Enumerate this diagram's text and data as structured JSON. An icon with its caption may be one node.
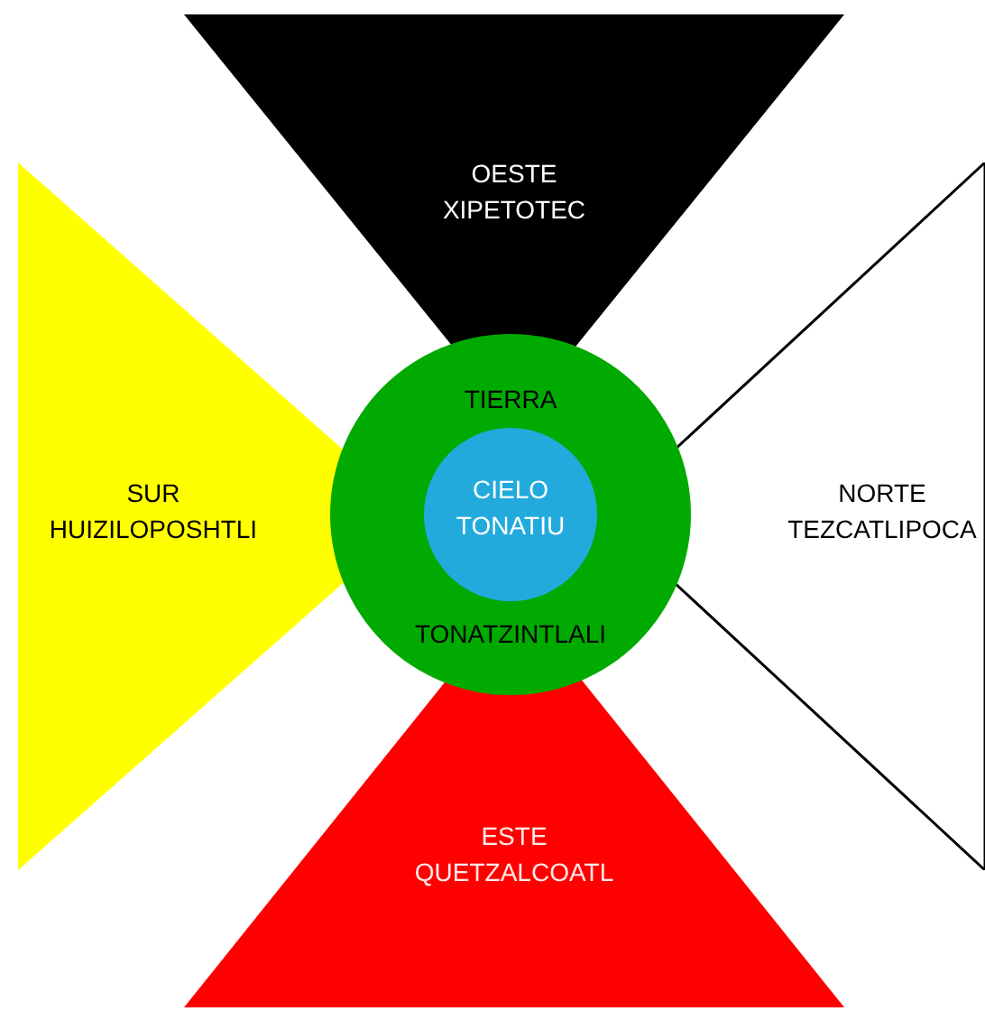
{
  "diagram": {
    "nodes": [
      {
        "text": [
          "OESTE",
          "XIPETOTEC"
        ]
      },
      {
        "text": [
          "SUR",
          "HUIZILOPOSHTLI"
        ]
      },
      {
        "text": [
          "TIERRA",
          "TONATZINTLALI"
        ]
      },
      {
        "text": [
          "CIELO",
          "TONATIU"
        ],
        "in": 2
      },
      {
        "text": [
          "NORTE",
          "TEZCATLIPOCA"
        ]
      },
      {
        "text": [
          "ESTE",
          "QUETZALCOATL"
        ]
      }
    ],
    "edges": []
  }
}
